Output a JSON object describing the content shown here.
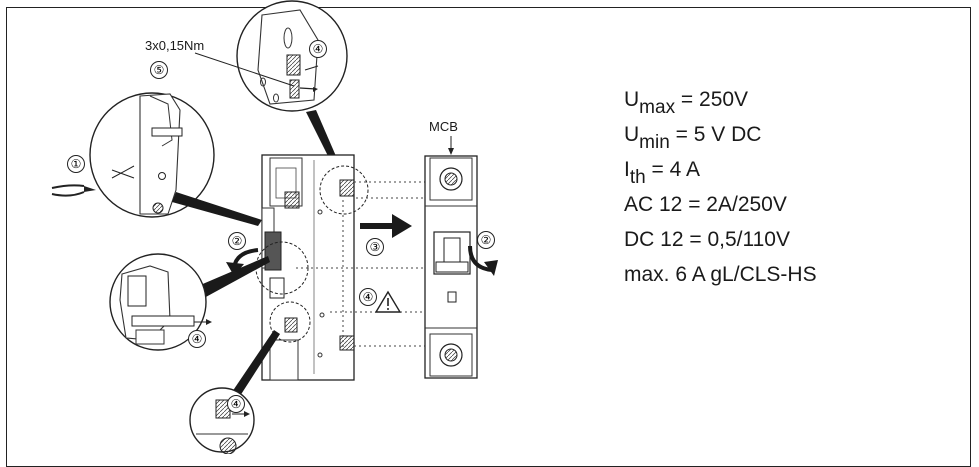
{
  "labels": {
    "torque": "3x0,15Nm",
    "mcb": "MCB",
    "step1": "①",
    "step2": "②",
    "step3": "③",
    "step4": "④",
    "step5": "⑤"
  },
  "specs": {
    "umax": {
      "sym": "U",
      "sub": "max",
      "val": " = 250V"
    },
    "umin": {
      "sym": "U",
      "sub": "min",
      "val": " = 5 V DC"
    },
    "ith": {
      "sym": "I",
      "sub": "th",
      "val": " = 4 A"
    },
    "ac12": "AC 12 = 2A/250V",
    "dc12": "DC 12 = 0,5/110V",
    "fuse": "max. 6 A gL/CLS-HS"
  }
}
